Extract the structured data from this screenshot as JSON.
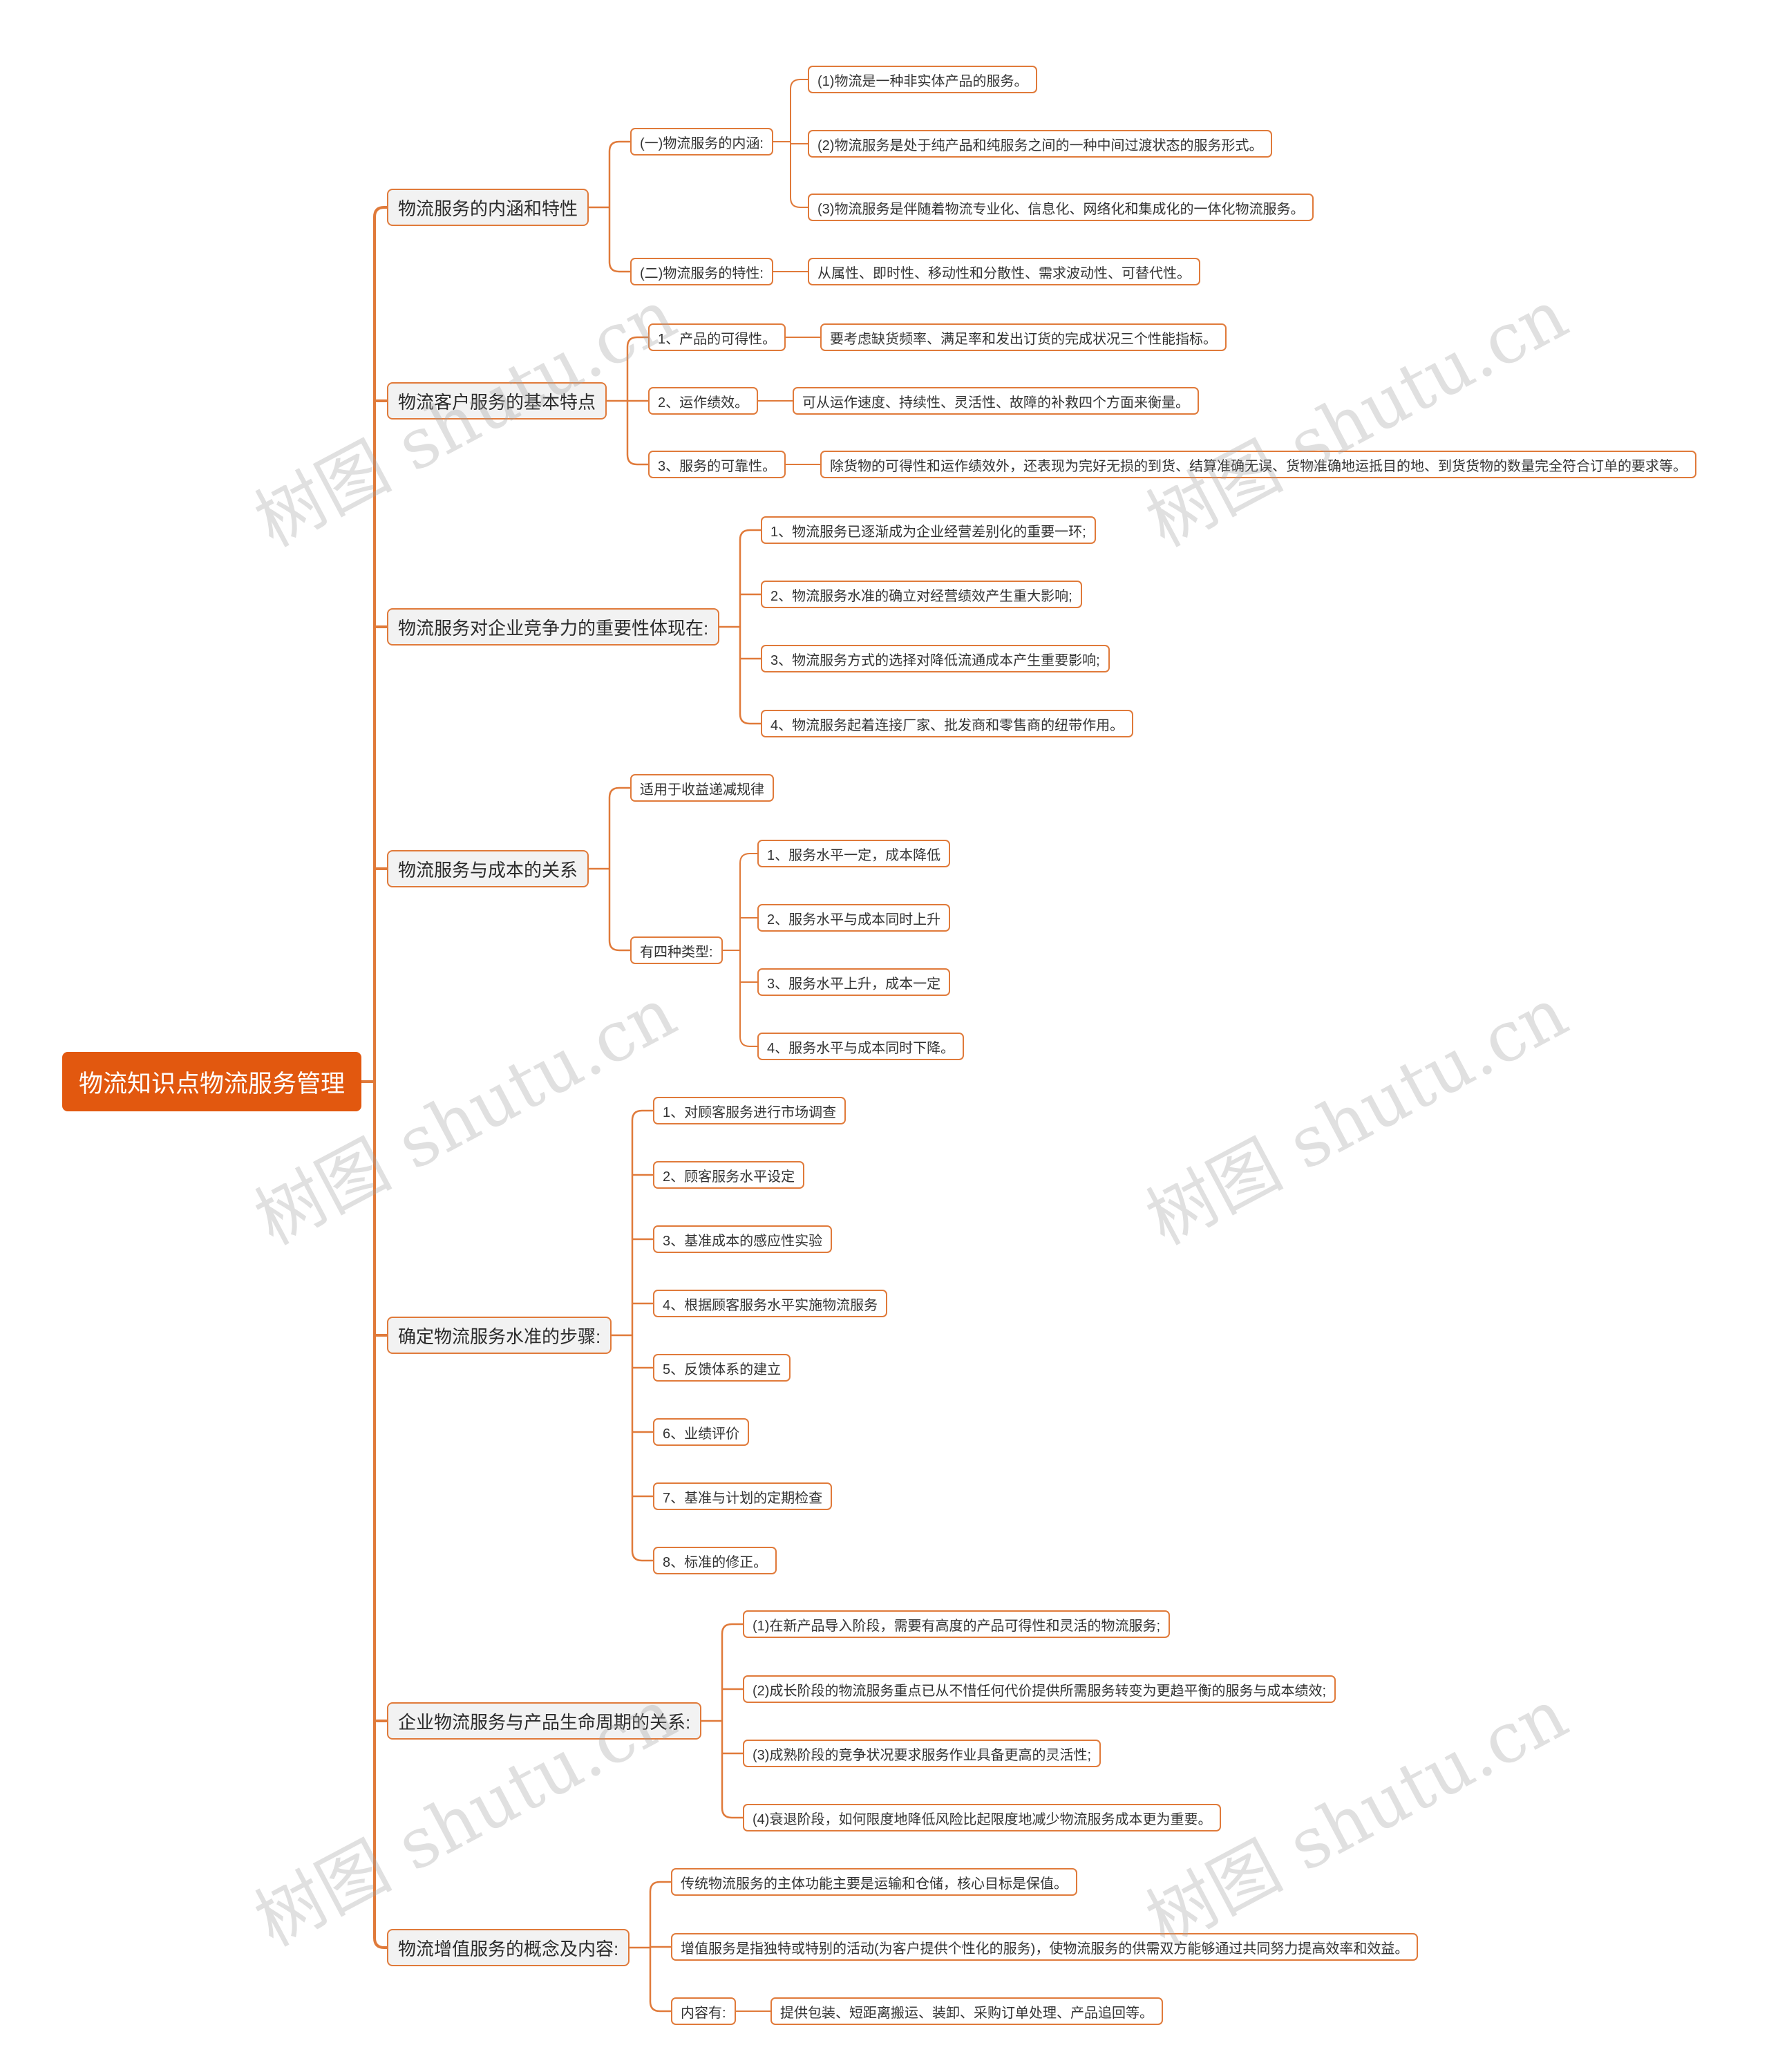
{
  "root": {
    "label": "物流知识点物流服务管理"
  },
  "watermark": "树图 shutu.cn",
  "colors": {
    "accent": "#e2580f",
    "line": "#e07a3a",
    "node_fill": "#f2f2f2"
  },
  "branches": [
    {
      "label": "物流服务的内涵和特性",
      "children": [
        {
          "label": "(一)物流服务的内涵:",
          "children": [
            {
              "label": "(1)物流是一种非实体产品的服务。"
            },
            {
              "label": "(2)物流服务是处于纯产品和纯服务之间的一种中间过渡状态的服务形式。"
            },
            {
              "label": "(3)物流服务是伴随着物流专业化、信息化、网络化和集成化的一体化物流服务。"
            }
          ]
        },
        {
          "label": "(二)物流服务的特性:",
          "children": [
            {
              "label": "从属性、即时性、移动性和分散性、需求波动性、可替代性。"
            }
          ]
        }
      ]
    },
    {
      "label": "物流客户服务的基本特点",
      "children": [
        {
          "label": "1、产品的可得性。",
          "children": [
            {
              "label": "要考虑缺货频率、满足率和发出订货的完成状况三个性能指标。"
            }
          ]
        },
        {
          "label": "2、运作绩效。",
          "children": [
            {
              "label": "可从运作速度、持续性、灵活性、故障的补救四个方面来衡量。"
            }
          ]
        },
        {
          "label": "3、服务的可靠性。",
          "children": [
            {
              "label": "除货物的可得性和运作绩效外，还表现为完好无损的到货、结算准确无误、货物准确地运抵目的地、到货货物的数量完全符合订单的要求等。"
            }
          ]
        }
      ]
    },
    {
      "label": "物流服务对企业竞争力的重要性体现在:",
      "children": [
        {
          "label": "1、物流服务已逐渐成为企业经营差别化的重要一环;"
        },
        {
          "label": "2、物流服务水准的确立对经营绩效产生重大影响;"
        },
        {
          "label": "3、物流服务方式的选择对降低流通成本产生重要影响;"
        },
        {
          "label": "4、物流服务起着连接厂家、批发商和零售商的纽带作用。"
        }
      ]
    },
    {
      "label": "物流服务与成本的关系",
      "children": [
        {
          "label": "适用于收益递减规律"
        },
        {
          "label": "有四种类型:",
          "children": [
            {
              "label": "1、服务水平一定，成本降低"
            },
            {
              "label": "2、服务水平与成本同时上升"
            },
            {
              "label": "3、服务水平上升，成本一定"
            },
            {
              "label": "4、服务水平与成本同时下降。"
            }
          ]
        }
      ]
    },
    {
      "label": "确定物流服务水准的步骤:",
      "children": [
        {
          "label": "1、对顾客服务进行市场调查"
        },
        {
          "label": "2、顾客服务水平设定"
        },
        {
          "label": "3、基准成本的感应性实验"
        },
        {
          "label": "4、根据顾客服务水平实施物流服务"
        },
        {
          "label": "5、反馈体系的建立"
        },
        {
          "label": "6、业绩评价"
        },
        {
          "label": "7、基准与计划的定期检查"
        },
        {
          "label": "8、标准的修正。"
        }
      ]
    },
    {
      "label": "企业物流服务与产品生命周期的关系:",
      "children": [
        {
          "label": "(1)在新产品导入阶段，需要有高度的产品可得性和灵活的物流服务;"
        },
        {
          "label": "(2)成长阶段的物流服务重点已从不惜任何代价提供所需服务转变为更趋平衡的服务与成本绩效;"
        },
        {
          "label": "(3)成熟阶段的竞争状况要求服务作业具备更高的灵活性;"
        },
        {
          "label": "(4)衰退阶段，如何限度地降低风险比起限度地减少物流服务成本更为重要。"
        }
      ]
    },
    {
      "label": "物流增值服务的概念及内容:",
      "children": [
        {
          "label": "传统物流服务的主体功能主要是运输和仓储，核心目标是保值。"
        },
        {
          "label": "增值服务是指独特或特别的活动(为客户提供个性化的服务)，使物流服务的供需双方能够通过共同努力提高效率和效益。"
        },
        {
          "label": "内容有:",
          "children": [
            {
              "label": "提供包装、短距离搬运、装卸、采购订单处理、产品追回等。"
            }
          ]
        }
      ]
    }
  ]
}
